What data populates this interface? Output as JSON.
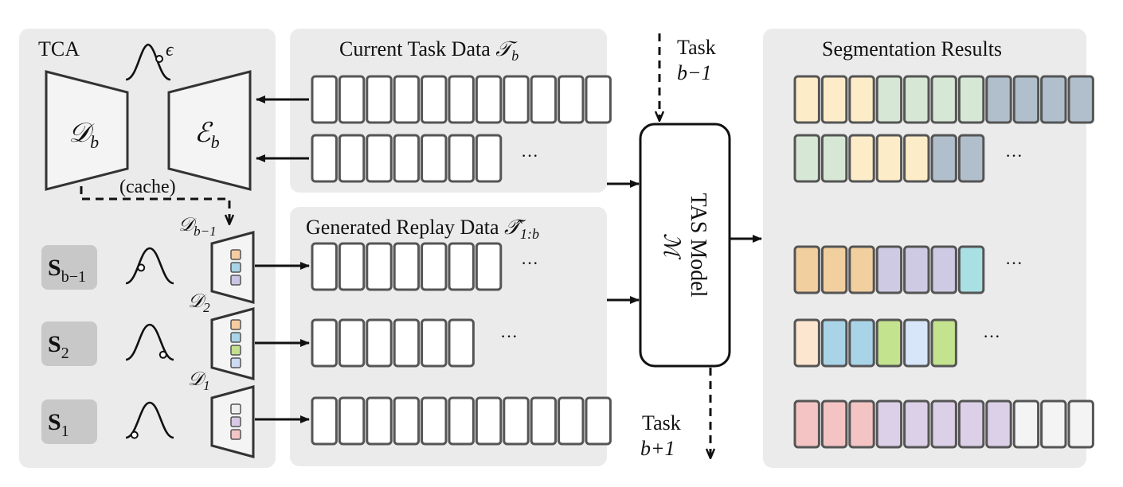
{
  "tca": {
    "title": "TCA",
    "epsilon": "ϵ",
    "decoder": "𝒟",
    "decoder_sub": "b",
    "encoder": "ℰ",
    "encoder_sub": "b",
    "cache": "(cache)"
  },
  "stats": [
    {
      "base": "S",
      "sub": "b−1",
      "decoder_base": "𝒟",
      "decoder_sub": "b−1",
      "mini_colors": [
        "#f5cda0",
        "#a9d4e8",
        "#c9c6e3"
      ]
    },
    {
      "base": "S",
      "sub": "2",
      "decoder_base": "𝒟",
      "decoder_sub": "2",
      "mini_colors": [
        "#f5cda0",
        "#a9d4e8",
        "#c2e08e",
        "#cddcf3"
      ]
    },
    {
      "base": "S",
      "sub": "1",
      "decoder_base": "𝒟",
      "decoder_sub": "1",
      "mini_colors": [
        "#efefef",
        "#d9c9e6",
        "#f4c4c4"
      ]
    }
  ],
  "current_task": {
    "title": "Current Task Data ",
    "symbol": "𝒯",
    "sub": "b",
    "rows": [
      11,
      7
    ],
    "ellipsis": "···"
  },
  "replay": {
    "title": "Generated Replay Data ",
    "symbol": "𝒯̂",
    "sub": "1:b",
    "rows": [
      7,
      6,
      11
    ],
    "ellipsis": "···"
  },
  "model": {
    "label": "TAS Model",
    "symbol": "ℳ",
    "task_prev": "Task",
    "task_prev_val": "b−1",
    "task_next": "Task",
    "task_next_val": "b+1"
  },
  "results": {
    "title": "Segmentation Results",
    "ellipsis": "···",
    "rows": [
      [
        "#fdecc8",
        "#fdecc8",
        "#fdecc8",
        "#d6e8d5",
        "#d6e8d5",
        "#d6e8d5",
        "#d6e8d5",
        "#b0bfcb",
        "#b0bfcb",
        "#b0bfcb",
        "#b0bfcb"
      ],
      [
        "#d6e8d5",
        "#d6e8d5",
        "#fdecc8",
        "#fdecc8",
        "#fdecc8",
        "#b0bfcb",
        "#b0bfcb"
      ],
      [
        "#f2cf9f",
        "#f2cf9f",
        "#f2cf9f",
        "#cfcae3",
        "#cfcae3",
        "#cfcae3",
        "#a8e0e4"
      ],
      [
        "#fde6cf",
        "#a9d4e8",
        "#a9d4e8",
        "#c3e38e",
        "#d8e6fa",
        "#c3e38e"
      ],
      [
        "#f4c4c4",
        "#f4c4c4",
        "#f4c4c4",
        "#dcd0e8",
        "#dcd0e8",
        "#dcd0e8",
        "#dcd0e8",
        "#dcd0e8",
        "#f4f4f4",
        "#f4f4f4",
        "#f4f4f4"
      ]
    ]
  }
}
